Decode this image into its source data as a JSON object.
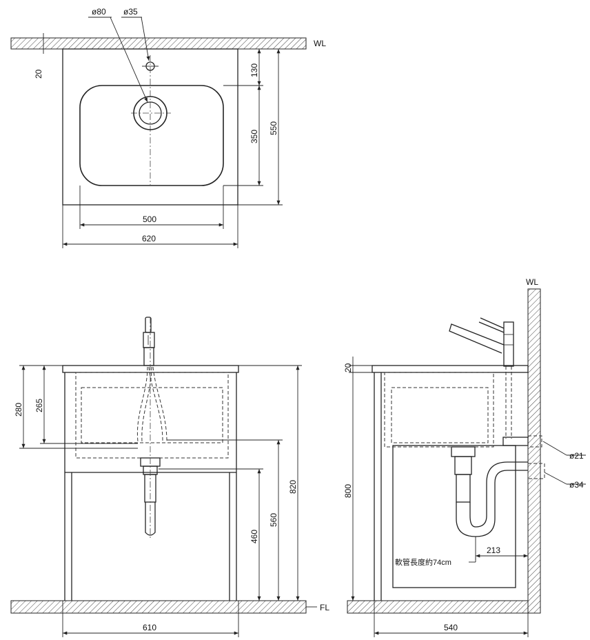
{
  "labels": {
    "wl_top": "WL",
    "wl_side": "WL",
    "fl": "FL",
    "hose_note": "軟管長度約74cm"
  },
  "dims": {
    "top_d80": "ø80",
    "top_d35": "ø35",
    "top_20": "20",
    "top_130": "130",
    "top_350": "350",
    "top_550": "550",
    "top_500": "500",
    "top_620": "620",
    "front_280": "280",
    "front_265": "265",
    "front_820": "820",
    "front_560": "560",
    "front_460": "460",
    "front_610": "610",
    "side_20": "20",
    "side_800": "800",
    "side_d21": "ø21",
    "side_d34": "ø34",
    "side_213": "213",
    "side_540": "540"
  }
}
